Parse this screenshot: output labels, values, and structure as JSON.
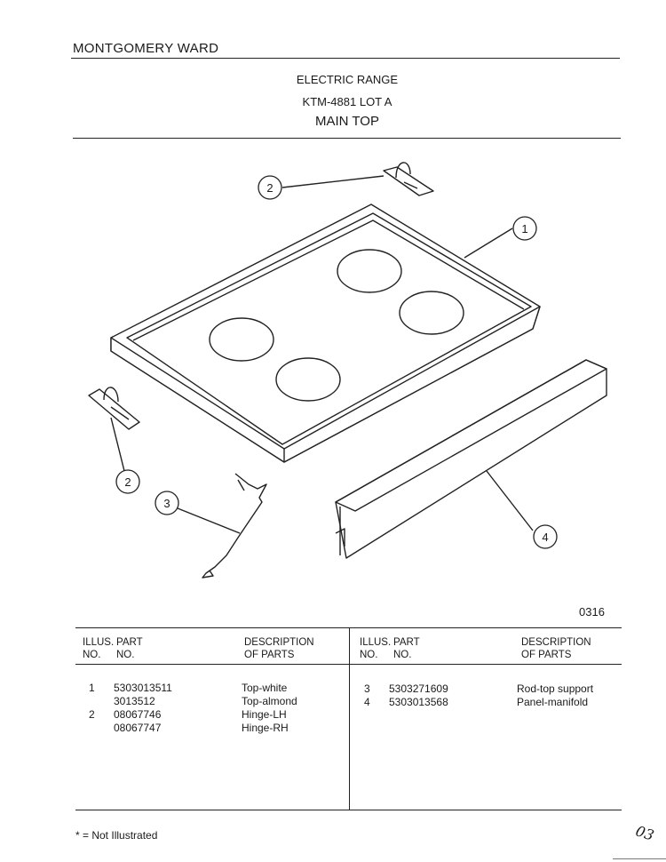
{
  "header": {
    "brand": "MONTGOMERY WARD",
    "product": "ELECTRIC RANGE",
    "model": "KTM-4881 LOT A",
    "section": "MAIN TOP"
  },
  "diagram": {
    "callouts": [
      "1",
      "2",
      "2",
      "3",
      "4"
    ],
    "code": "0316"
  },
  "table": {
    "left_header": {
      "illus": "ILLUS.",
      "no": "NO.",
      "part": "PART",
      "part_no": "NO.",
      "desc": "DESCRIPTION",
      "desc2": "OF PARTS"
    },
    "right_header": {
      "illus": "ILLUS.",
      "no": "NO.",
      "part": "PART",
      "part_no": "NO.",
      "desc": "DESCRIPTION",
      "desc2": "OF PARTS"
    },
    "left_rows": [
      {
        "illus": "1",
        "part": "5303013511",
        "desc": "Top-white"
      },
      {
        "illus": "",
        "part": "3013512",
        "desc": "Top-almond"
      },
      {
        "illus": "2",
        "part": "08067746",
        "desc": "Hinge-LH"
      },
      {
        "illus": "",
        "part": "08067747",
        "desc": "Hinge-RH"
      }
    ],
    "right_rows": [
      {
        "illus": "3",
        "part": "5303271609",
        "desc": "Rod-top support"
      },
      {
        "illus": "4",
        "part": "5303013568",
        "desc": "Panel-manifold"
      }
    ]
  },
  "footer": {
    "note": "* = Not Illustrated",
    "handwriting": "03"
  }
}
